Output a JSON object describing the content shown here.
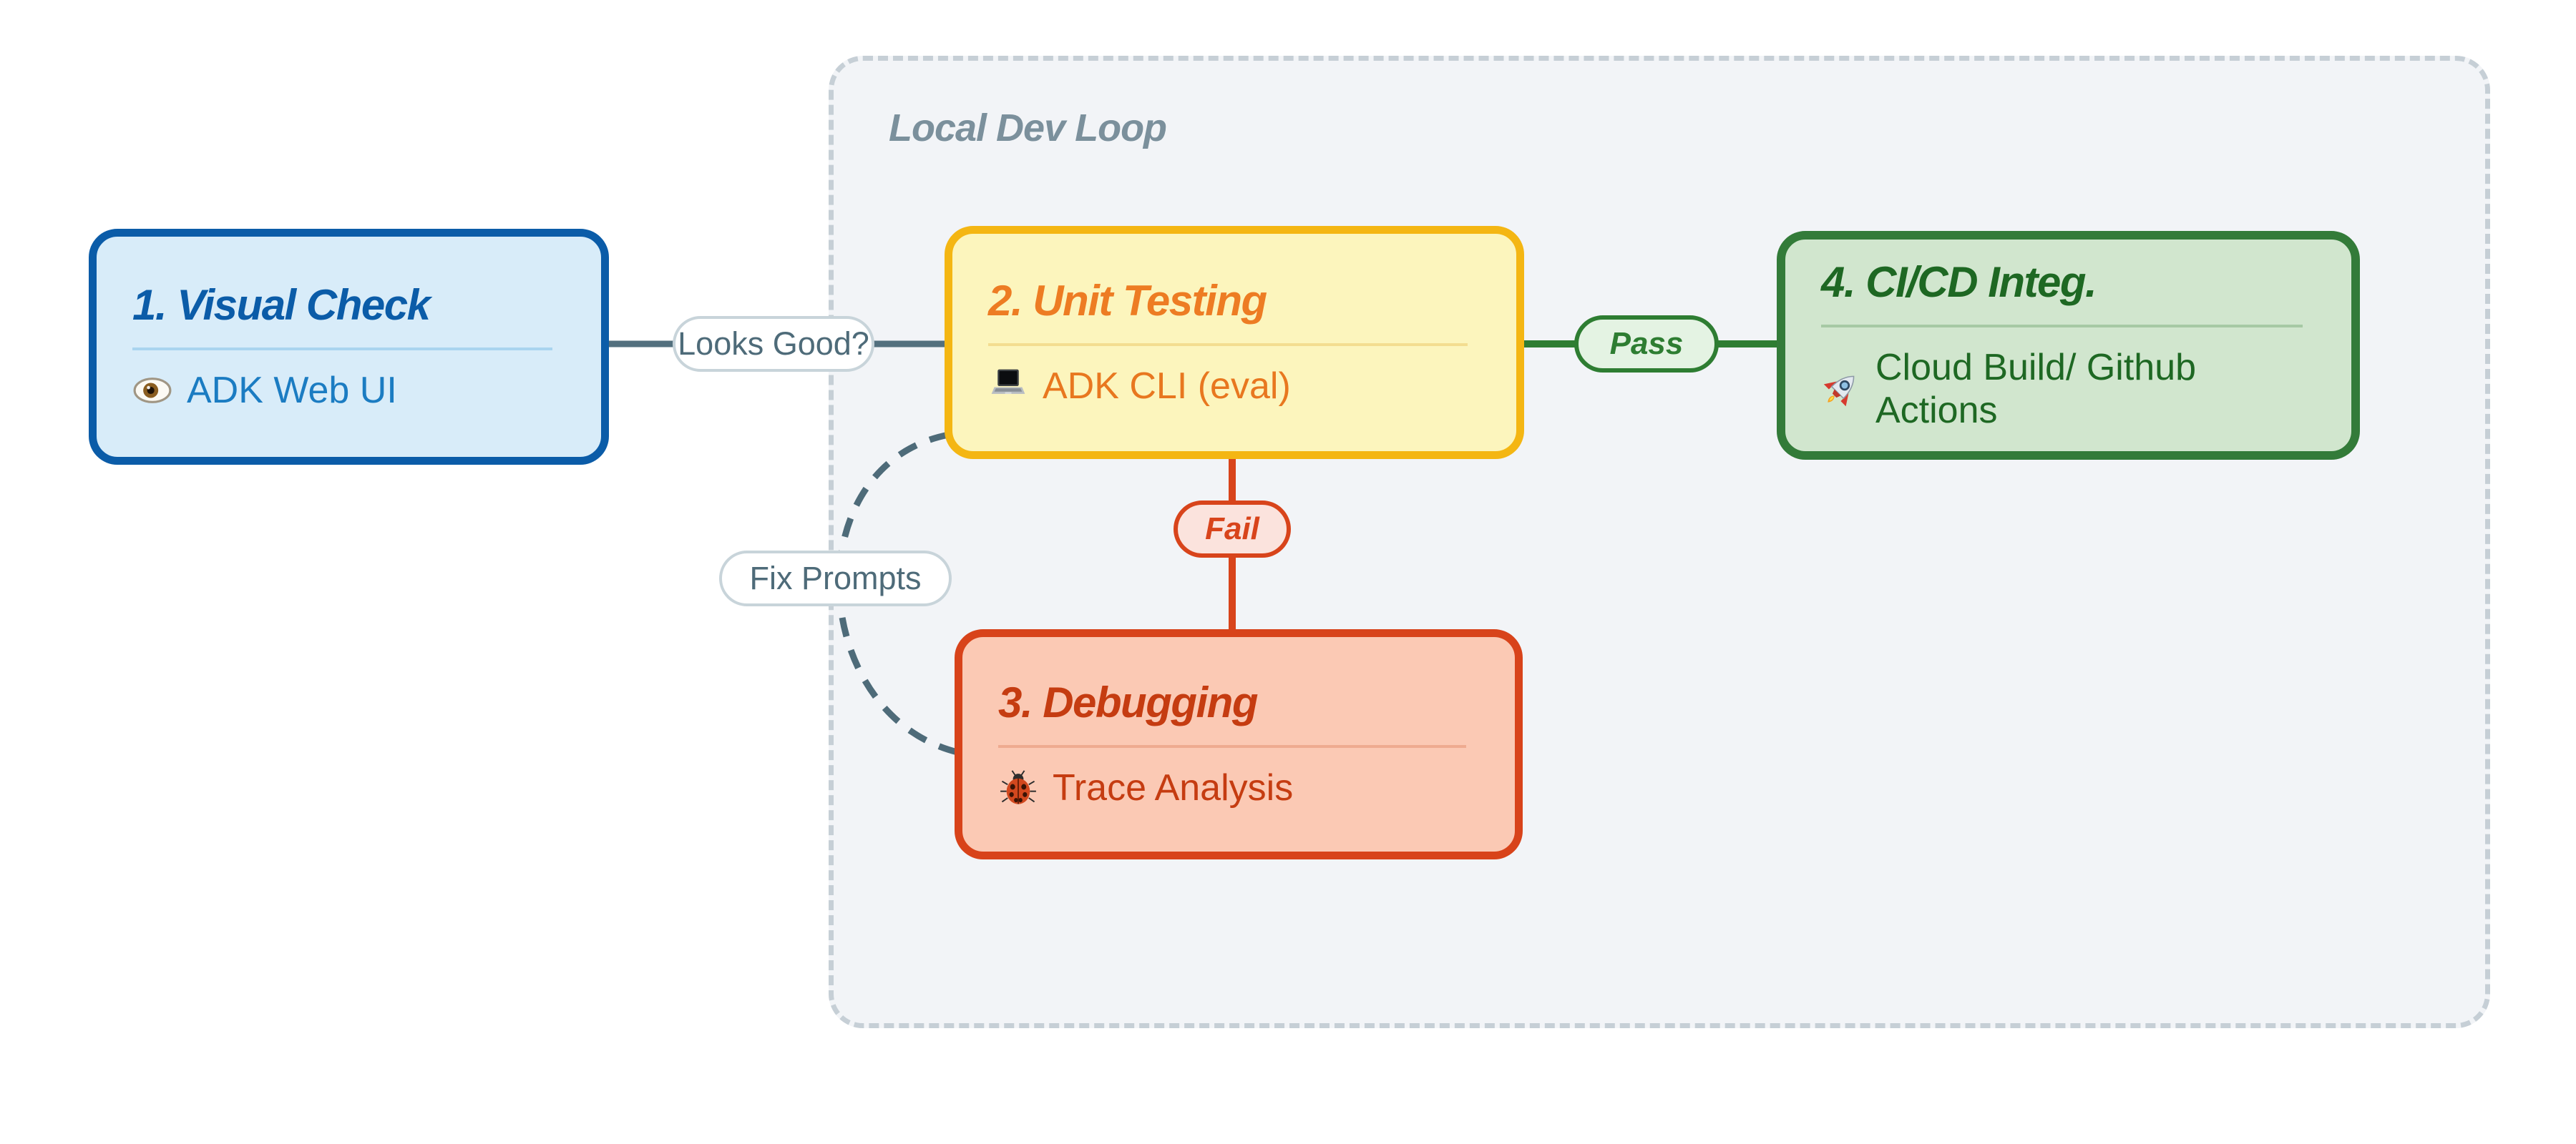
{
  "diagram": {
    "type": "flowchart",
    "cluster": {
      "label": "Local Dev Loop",
      "contains": [
        "unit_testing",
        "debugging",
        "cicd_integ"
      ]
    },
    "nodes": [
      {
        "id": "visual_check",
        "title": "1. Visual Check",
        "body": "ADK Web UI",
        "icon": "eye-icon",
        "color_theme": "blue"
      },
      {
        "id": "unit_testing",
        "title": "2. Unit Testing",
        "body": "ADK CLI (eval)",
        "icon": "laptop-icon",
        "color_theme": "yellow"
      },
      {
        "id": "debugging",
        "title": "3. Debugging",
        "body": "Trace Analysis",
        "icon": "bug-icon",
        "color_theme": "red"
      },
      {
        "id": "cicd_integ",
        "title": "4. CI/CD Integ.",
        "body": "Cloud Build/ Github Actions",
        "icon": "rocket-icon",
        "color_theme": "green"
      }
    ],
    "edges": [
      {
        "from": "visual_check",
        "to": "unit_testing",
        "label": "Looks Good?",
        "style": "solid",
        "color": "#53707e"
      },
      {
        "from": "unit_testing",
        "to": "cicd_integ",
        "label": "Pass",
        "style": "solid",
        "color": "#2e7d32"
      },
      {
        "from": "unit_testing",
        "to": "debugging",
        "label": "Fail",
        "style": "solid",
        "color": "#d8441b"
      },
      {
        "from": "debugging",
        "to": "unit_testing",
        "label": "Fix Prompts",
        "style": "dashed",
        "color": "#4e6b79"
      }
    ],
    "colors": {
      "canvas_bg": "#ffffff",
      "cluster_fill": "#f2f4f7",
      "cluster_border": "#c6cfd6",
      "cluster_label": "#7b909c",
      "node_blue_border": "#0b5ca8",
      "node_blue_fill": "#d8ecf9",
      "node_blue_body_text": "#1b7cc2",
      "node_yellow_border": "#f4b613",
      "node_yellow_fill": "#fcf5bd",
      "node_yellow_text": "#ed7c23",
      "node_red_border": "#d8431a",
      "node_red_fill": "#fbc9b4",
      "node_red_text": "#c53c11",
      "node_green_border": "#337b39",
      "node_green_fill": "#d1e6ce",
      "node_green_text": "#1e6823",
      "edge_slate": "#53707e",
      "edge_green": "#2e7d32",
      "edge_red": "#d8441b"
    }
  }
}
